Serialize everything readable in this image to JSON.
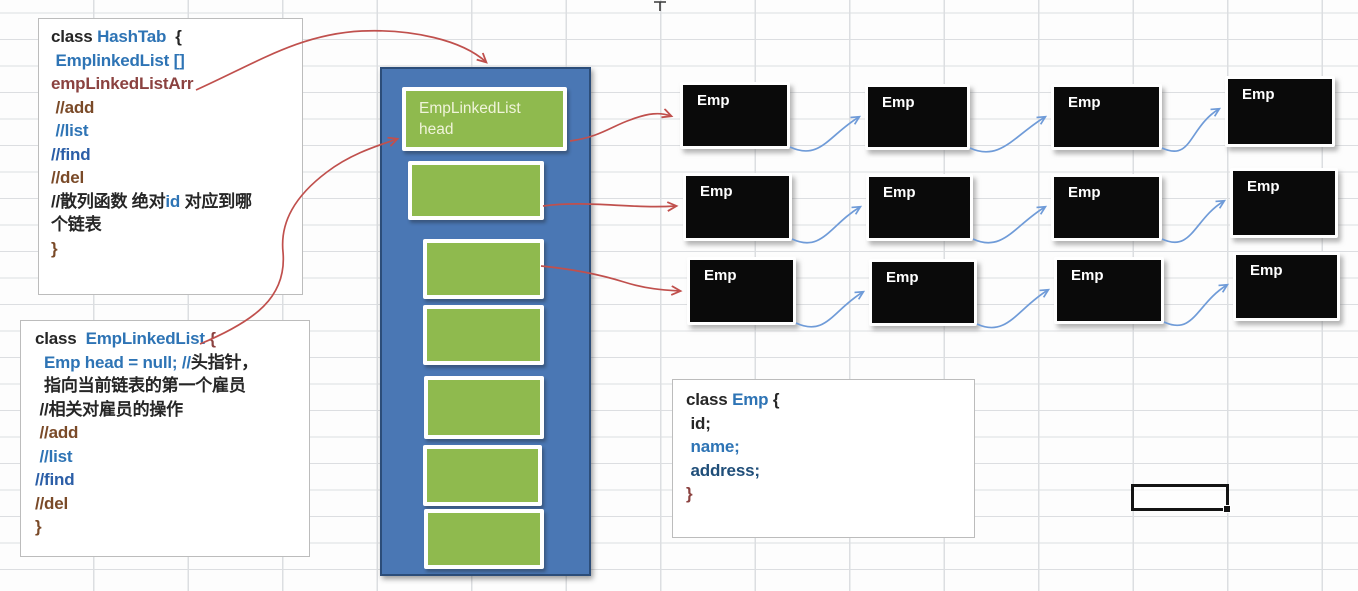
{
  "app": {
    "surface": "spreadsheet-canvas-with-diagram"
  },
  "colors": {
    "container_blue": "#4a77b4",
    "container_border": "#2c4d79",
    "slot_green": "#8fba4e",
    "node_black": "#0a0a0a",
    "arrow_red": "#c0504d",
    "arrow_blue": "#6f9bd8",
    "grid_line": "#dcdee1",
    "text_dark": "#262626",
    "text_blue": "#2e74b5",
    "text_navy": "#2b5ea7",
    "text_brown": "#7a4a28",
    "text_maroon": "#8b4240",
    "text_deepblue": "#1f4e79",
    "slot_label_color": "#f0f4da"
  },
  "hashtab_box": {
    "lines": [
      {
        "segments": [
          {
            "t": "class ",
            "c": "#262626"
          },
          {
            "t": "HashTab ",
            "c": "#2e74b5"
          },
          {
            "t": " {",
            "c": "#262626"
          }
        ]
      },
      {
        "segments": [
          {
            "t": " EmplinkedList []",
            "c": "#2e74b5"
          }
        ]
      },
      {
        "segments": [
          {
            "t": "empLinkedListArr",
            "c": "#8b4240"
          }
        ]
      },
      {
        "segments": [
          {
            "t": " //add",
            "c": "#7a4a28"
          }
        ]
      },
      {
        "segments": [
          {
            "t": " //list",
            "c": "#2e74b5"
          }
        ]
      },
      {
        "segments": [
          {
            "t": "//find",
            "c": "#2b5ea7"
          }
        ]
      },
      {
        "segments": [
          {
            "t": "//del",
            "c": "#7a4a28"
          }
        ]
      },
      {
        "segments": [
          {
            "t": "//散列函数 绝对",
            "c": "#262626"
          },
          {
            "t": "id",
            "c": "#2e74b5"
          },
          {
            "t": " 对应到哪",
            "c": "#262626"
          }
        ]
      },
      {
        "segments": [
          {
            "t": "个链表",
            "c": "#262626"
          }
        ]
      },
      {
        "segments": [
          {
            "t": "}",
            "c": "#7a4a28"
          }
        ]
      }
    ]
  },
  "emplinkedlist_box": {
    "lines": [
      {
        "segments": [
          {
            "t": "class  ",
            "c": "#262626"
          },
          {
            "t": "EmpLinkedList ",
            "c": "#2e74b5"
          },
          {
            "t": "{",
            "c": "#8b4240"
          }
        ]
      },
      {
        "segments": [
          {
            "t": "  Emp head = null; //",
            "c": "#2e74b5"
          },
          {
            "t": "头指针，",
            "c": "#262626"
          }
        ]
      },
      {
        "segments": [
          {
            "t": "  指向当前链表的第一个雇员",
            "c": "#262626"
          }
        ]
      },
      {
        "segments": [
          {
            "t": " //相关对雇员的操作",
            "c": "#262626"
          }
        ]
      },
      {
        "segments": [
          {
            "t": " //add",
            "c": "#7a4a28"
          }
        ]
      },
      {
        "segments": [
          {
            "t": " //list",
            "c": "#2e74b5"
          }
        ]
      },
      {
        "segments": [
          {
            "t": "//find",
            "c": "#2b5ea7"
          }
        ]
      },
      {
        "segments": [
          {
            "t": "//del",
            "c": "#7a4a28"
          }
        ]
      },
      {
        "segments": [
          {
            "t": "}",
            "c": "#7a4a28"
          }
        ]
      }
    ]
  },
  "emp_class_box": {
    "lines": [
      {
        "segments": [
          {
            "t": "class ",
            "c": "#262626"
          },
          {
            "t": "Emp ",
            "c": "#2e74b5"
          },
          {
            "t": "{",
            "c": "#262626"
          }
        ]
      },
      {
        "segments": [
          {
            "t": " id;",
            "c": "#262626"
          }
        ]
      },
      {
        "segments": [
          {
            "t": " name;",
            "c": "#2e74b5"
          }
        ]
      },
      {
        "segments": [
          {
            "t": " address;",
            "c": "#1f4e79"
          }
        ]
      },
      {
        "segments": [
          {
            "t": "}",
            "c": "#8b4240"
          }
        ]
      }
    ]
  },
  "array_panel": {
    "slot_count": 7,
    "slots": [
      {
        "label_lines": [
          "EmpLinkedList",
          "head"
        ]
      },
      {
        "label_lines": []
      },
      {
        "label_lines": []
      },
      {
        "label_lines": []
      },
      {
        "label_lines": []
      },
      {
        "label_lines": []
      },
      {
        "label_lines": []
      }
    ]
  },
  "linked_lists": {
    "node_label": "Emp",
    "rows": 3,
    "nodes_per_row": 4
  }
}
